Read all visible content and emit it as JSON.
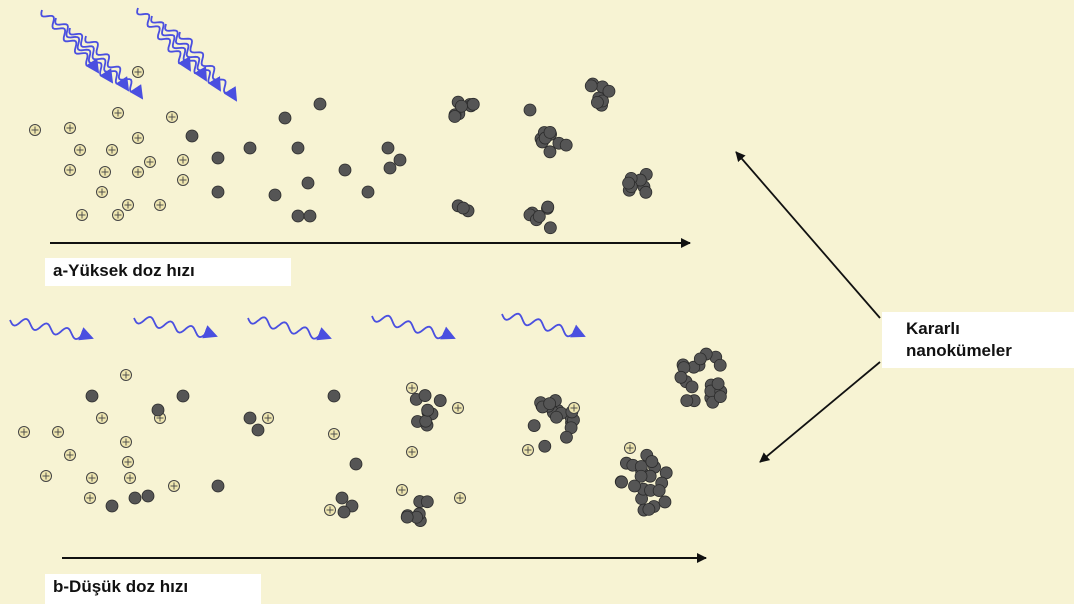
{
  "labels": {
    "high_dose": "a-Yüksek doz hızı",
    "low_dose": "b-Düşük doz hızı",
    "stable_line1": "Kararlı",
    "stable_line2": "nanokümeler"
  },
  "colors": {
    "background": "#f7f3d3",
    "wave": "#4a4fe0",
    "cluster_atom": "#555555",
    "ion_fill": "#efe6b0",
    "arrow": "#111111"
  },
  "icons": {
    "radiation": "wavy-radiation-arrow-icon",
    "ion": "ion-plus-icon",
    "atom": "neutral-atom-icon"
  }
}
